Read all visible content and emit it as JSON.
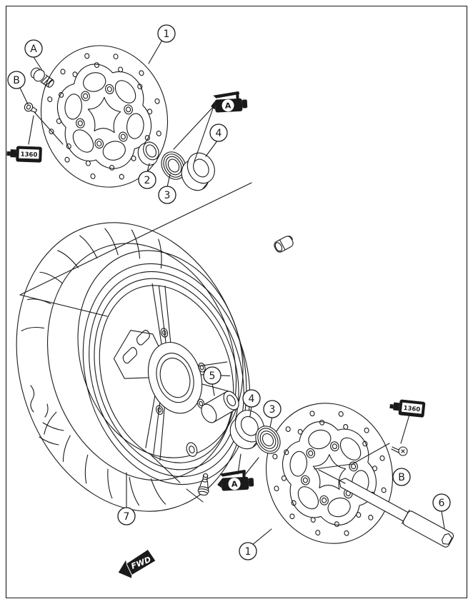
{
  "theme": {
    "line": "#1a1a1a",
    "paper": "#ffffff"
  },
  "diagram": {
    "type": "exploded-parts-diagram-front-wheel",
    "callouts": {
      "a": "A",
      "b_left": "B",
      "b_right": "B",
      "disc_top": "1",
      "disc_bottom": "1",
      "spacer": "2",
      "seal_top": "3",
      "seal_bottom": "3",
      "bearing_top": "4",
      "bearing_bottom": "4",
      "center_spacer": "5",
      "axle": "6",
      "wheel": "7"
    },
    "symbols": {
      "grease_top": "A",
      "grease_bottom": "A",
      "thread_lock_left": "1360",
      "thread_lock_right": "1360",
      "fwd": "FWD"
    }
  }
}
